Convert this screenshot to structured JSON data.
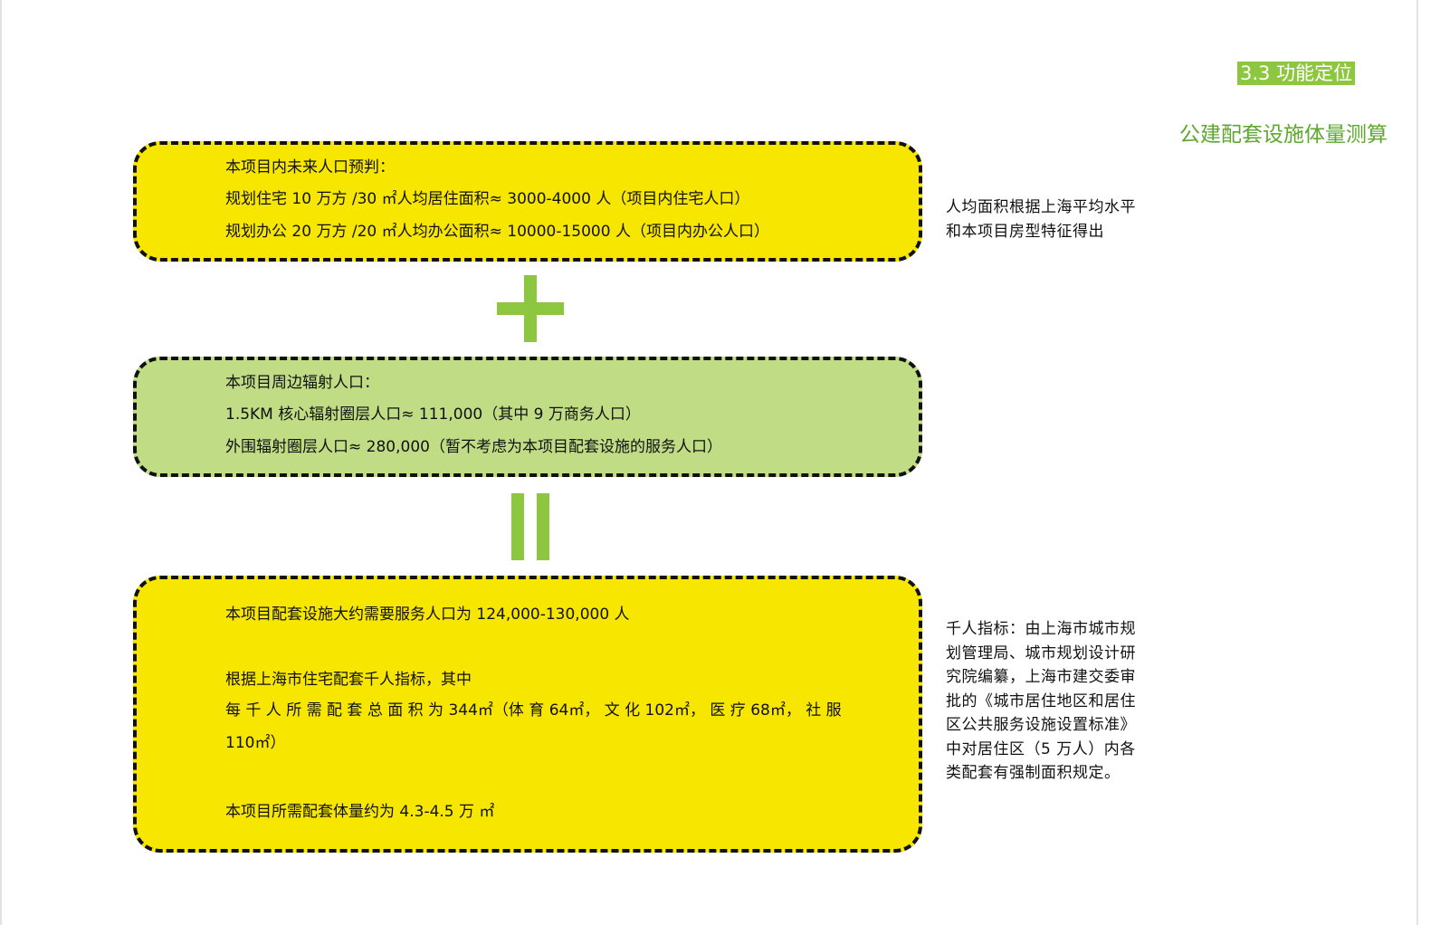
{
  "header": {
    "section_tag": "3.3 功能定位",
    "title": "公建配套设施体量测算"
  },
  "box_project_population": {
    "lines": [
      "本项目内未来人口预判：",
      "规划住宅 10 万方 /30 ㎡人均居住面积≈ 3000-4000 人（项目内住宅人口）",
      "规划办公 20 万方 /20 ㎡人均办公面积≈ 10000-15000 人（项目内办公人口）"
    ]
  },
  "box_surrounding_population": {
    "lines": [
      "本项目周边辐射人口：",
      "1.5KM 核心辐射圈层人口≈ 111,000（其中 9 万商务人口）",
      "外围辐射圈层人口≈ 280,000（暂不考虑为本项目配套设施的服务人口）"
    ]
  },
  "box_result": {
    "lines": [
      "本项目配套设施大约需要服务人口为 124,000-130,000 人",
      "根据上海市住宅配套千人指标，其中",
      "每 千 人 所 需 配 套 总 面 积 为 344㎡（体 育 64㎡， 文 化 102㎡， 医 疗 68㎡， 社 服",
      "110㎡）",
      "本项目所需配套体量约为 4.3-4.5 万 ㎡"
    ]
  },
  "notes": {
    "area_basis": "人均面积根据上海平均水平和本项目房型特征得出",
    "index_definition": "千人指标：由上海市城市规划管理局、城市规划设计研究院编纂，上海市建交委审批的《城市居住地区和居住区公共服务设施设置标准》中对居住区（5 万人）内各类配套有强制面积规定。"
  },
  "colors": {
    "accent_green": "#8dc63f",
    "heading_green": "#5ea82f",
    "box_yellow": "#f7e600",
    "box_green": "#c0dc85"
  }
}
